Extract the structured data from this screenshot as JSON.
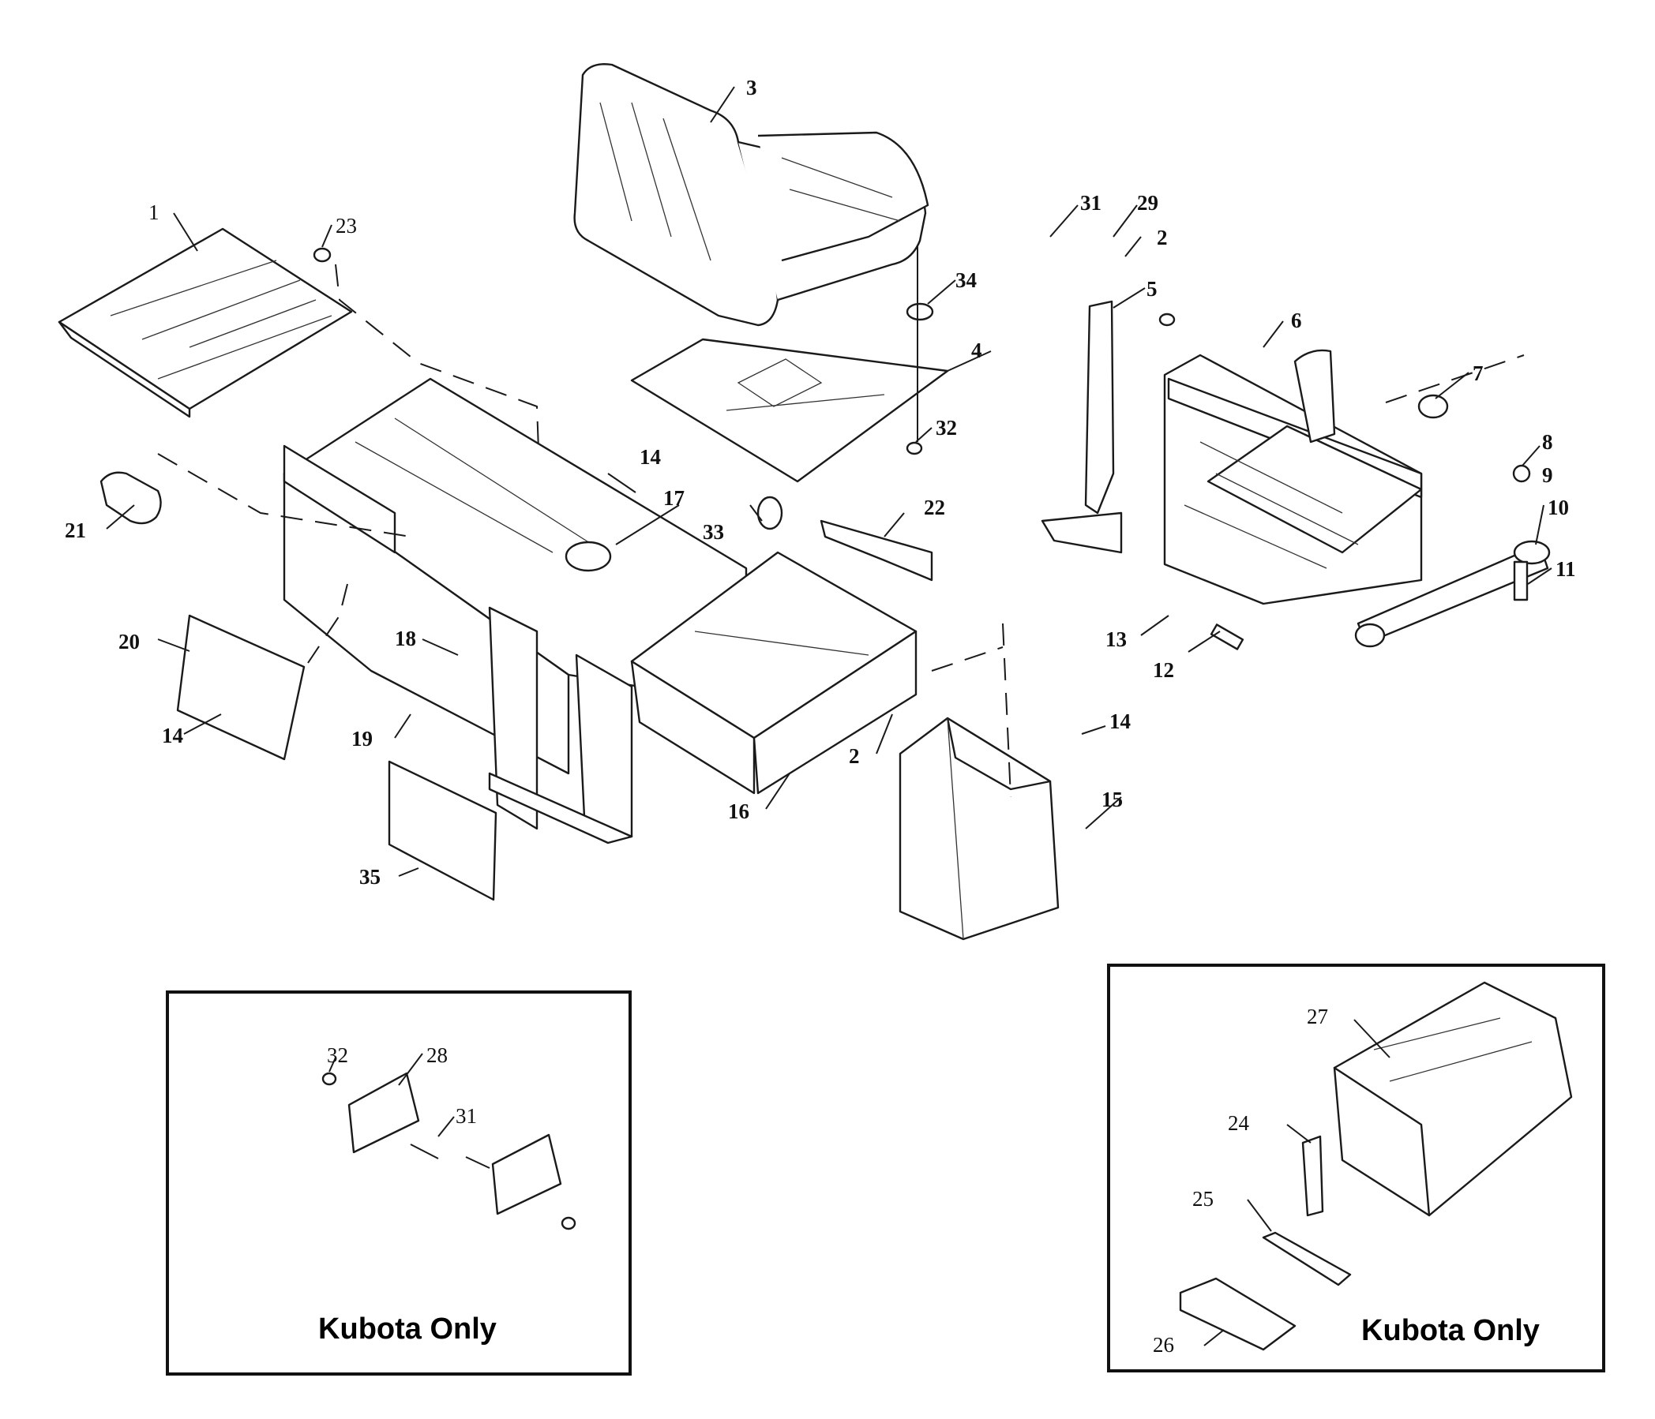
{
  "callouts": {
    "c1": "1",
    "c2a": "2",
    "c2b": "2",
    "c3": "3",
    "c4": "4",
    "c5": "5",
    "c6": "6",
    "c7": "7",
    "c8": "8",
    "c9": "9",
    "c10": "10",
    "c11": "11",
    "c12": "12",
    "c13": "13",
    "c14a": "14",
    "c14b": "14",
    "c14c": "14",
    "c15": "15",
    "c16": "16",
    "c17": "17",
    "c18": "18",
    "c19": "19",
    "c20": "20",
    "c21": "21",
    "c22": "22",
    "c23": "23",
    "c24": "24",
    "c25": "25",
    "c26": "26",
    "c27": "27",
    "c28": "28",
    "c29": "29",
    "c31a": "31",
    "c31b": "31",
    "c32a": "32",
    "c32b": "32",
    "c33": "33",
    "c34": "34",
    "c35": "35"
  },
  "insets": {
    "left_title": "Kubota Only",
    "right_title": "Kubota Only"
  }
}
